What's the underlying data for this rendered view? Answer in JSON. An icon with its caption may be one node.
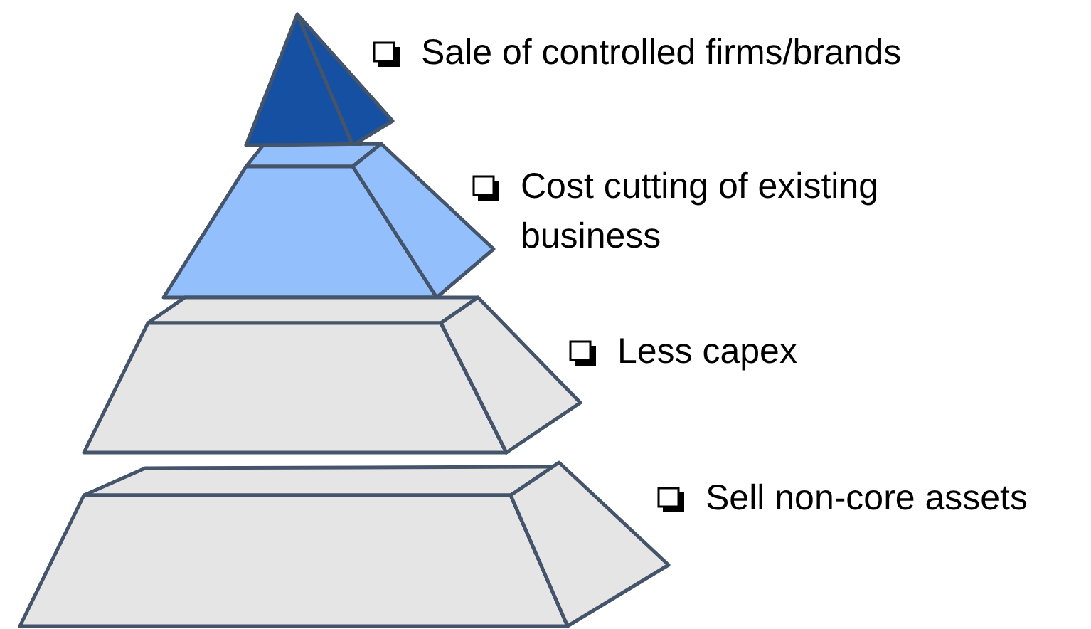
{
  "diagram": {
    "labels": [
      "Sale of controlled firms/brands",
      "Cost cutting of existing business",
      "Less capex",
      "Sell non-core assets"
    ]
  }
}
